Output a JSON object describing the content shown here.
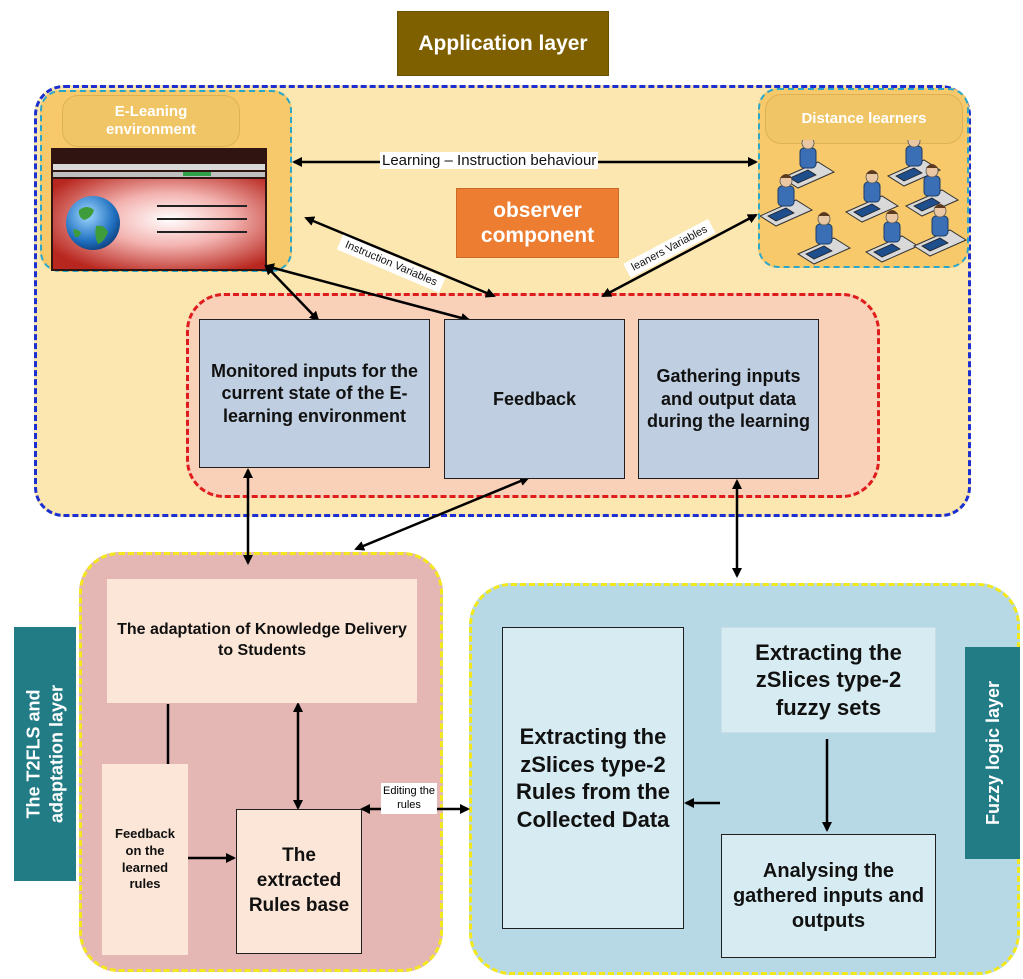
{
  "application_layer": {
    "title": "Application layer"
  },
  "observer": {
    "title_line1": "observer",
    "title_line2": "component"
  },
  "elearning_env": {
    "label_line1": "E-Leaning",
    "label_line2": "environment"
  },
  "distance_learners": {
    "label": "Distance learners"
  },
  "arrow_labels": {
    "learning_instruction": "Learning – Instruction behaviour",
    "instruction_variables": "Instruction Variables",
    "learners_variables": "leaners Variables",
    "editing_rules_line1": "Editing the",
    "editing_rules_line2": "rules"
  },
  "observer_boxes": {
    "monitored": "Monitored inputs for the current state of the E-learning environment",
    "feedback": "Feedback",
    "gathering": "Gathering inputs and output data during the learning"
  },
  "t2fls_layer": {
    "side_label_line1": "The T2FLS and",
    "side_label_line2": "adaptation layer",
    "adaptation": "The adaptation of Knowledge Delivery to Students",
    "feedback_rules": "Feedback on the learned rules",
    "rules_base": "The extracted Rules base"
  },
  "fuzzy_layer": {
    "side_label": "Fuzzy logic layer",
    "extract_rules": "Extracting the zSlices type-2 Rules from the Collected Data",
    "extract_sets": "Extracting the zSlices type-2 fuzzy sets",
    "analysing": "Analysing the gathered inputs and outputs"
  }
}
